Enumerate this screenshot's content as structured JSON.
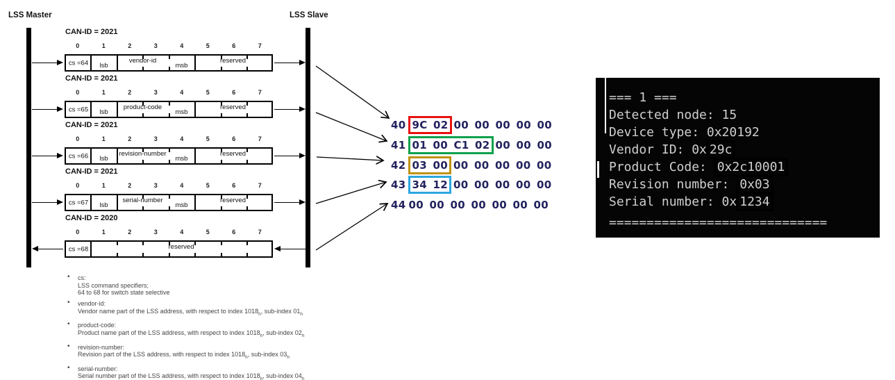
{
  "diagram": {
    "master_label": "LSS Master",
    "slave_label": "LSS Slave",
    "byte_numbers": [
      "0",
      "1",
      "2",
      "3",
      "4",
      "5",
      "6",
      "7"
    ],
    "frames": [
      {
        "can_id": "CAN-ID = 2021",
        "cs": "cs =64",
        "lsb": "lsb",
        "field": "vendor-id",
        "msb": "msb",
        "reserved": "reserved"
      },
      {
        "can_id": "CAN-ID = 2021",
        "cs": "cs =65",
        "lsb": "lsb",
        "field": "product-code",
        "msb": "msb",
        "reserved": "reserved"
      },
      {
        "can_id": "CAN-ID = 2021",
        "cs": "cs =66",
        "lsb": "lsb",
        "field": "revision-number",
        "msb": "msb",
        "reserved": "reserved"
      },
      {
        "can_id": "CAN-ID = 2021",
        "cs": "cs =67",
        "lsb": "lsb",
        "field": "serial-number",
        "msb": "msb",
        "reserved": "reserved"
      },
      {
        "can_id": "CAN-ID = 2020",
        "cs": "cs =68",
        "reserved": "reserved"
      }
    ]
  },
  "hex_dump": {
    "rows": [
      {
        "prefix": "40",
        "boxed": "9C 02",
        "rest": "00 00 00 00 00"
      },
      {
        "prefix": "41",
        "boxed": "01 00 C1 02",
        "rest": "00 00 00"
      },
      {
        "prefix": "42",
        "boxed": "03 00",
        "rest": "00 00 00 00 00"
      },
      {
        "prefix": "43",
        "boxed": "34 12",
        "rest": "00 00 00 00 00"
      },
      {
        "prefix": "44",
        "rest": "00 00 00 00 00 00 00"
      }
    ]
  },
  "terminal": {
    "header": "=== 1 ===",
    "detected_node": "Detected node: 15",
    "device_type": "Device type: 0x20192",
    "vendor_pre": "Vendor ID: 0x",
    "vendor_val": "29c",
    "product_pre": "Product Code: ",
    "product_val": "0x2c10001",
    "revision_pre": "Revision number: ",
    "revision_val": "0x03",
    "serial_pre": "Serial number: 0x",
    "serial_val": "1234",
    "footer": "============================="
  },
  "legend": {
    "bullets": [
      {
        "term": "cs:",
        "line1": "LSS command specifiers;",
        "line2": "64 to 68 for switch state selective"
      },
      {
        "term": "vendor-id:",
        "d1": "Vendor name part of the LSS address, with respect to index 1018",
        "s1": "h",
        "d2": ", sub-index 01",
        "s2": "h"
      },
      {
        "term": "product-code:",
        "d1": "Product name part of the LSS address, with respect to index 1018",
        "s1": "h",
        "d2": ", sub-index 02",
        "s2": "h"
      },
      {
        "term": "revision-number:",
        "d1": "Revision part of the LSS address, with respect to index 1018",
        "s1": "h",
        "d2": ", sub-index 03",
        "s2": "h"
      },
      {
        "term": "serial-number:",
        "d1": "Serial number part of the LSS address, with respect to index 1018",
        "s1": "h",
        "d2": ", sub-index 04",
        "s2": "h"
      }
    ]
  },
  "colors": {
    "box_red": "#e8120f",
    "box_green": "#0ba14d",
    "box_olive": "#bf9212",
    "box_blue": "#2aa7e0",
    "terminal_bg": "#050505",
    "terminal_text": "#cfcfcf",
    "hex_text": "#23235f"
  }
}
